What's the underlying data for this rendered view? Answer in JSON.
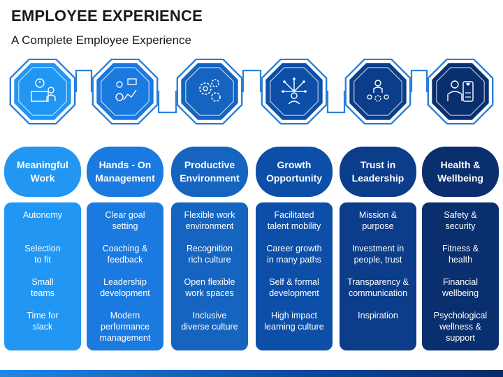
{
  "title": "EMPLOYEE EXPERIENCE",
  "subtitle": "A Complete Employee Experience",
  "colors": [
    "#2196f3",
    "#1a7ae0",
    "#1565c0",
    "#0d4fa8",
    "#0b3d8a",
    "#0a2f6e"
  ],
  "columns": [
    {
      "heading": "Meaningful\nWork",
      "icon": "desk-worker-icon",
      "items": [
        "Autonomy",
        "Selection\nto fit",
        "Small\nteams",
        "Time for\nslack"
      ]
    },
    {
      "heading": "Hands - On\nManagement",
      "icon": "management-chart-icon",
      "items": [
        "Clear goal\nsetting",
        "Coaching &\nfeedback",
        "Leadership\ndevelopment",
        "Modern\nperformance\nmanagement"
      ]
    },
    {
      "heading": "Productive\nEnvironment",
      "icon": "gears-icon",
      "items": [
        "Flexible work\nenvironment",
        "Recognition\nrich culture",
        "Open flexible\nwork spaces",
        "Inclusive\ndiverse culture"
      ]
    },
    {
      "heading": "Growth\nOpportunity",
      "icon": "growth-arrows-icon",
      "items": [
        "Facilitated\ntalent mobility",
        "Career growth\nin many paths",
        "Self & formal\ndevelopment",
        "High impact\nlearning culture"
      ]
    },
    {
      "heading": "Trust in\nLeadership",
      "icon": "team-leader-icon",
      "items": [
        "Mission &\npurpose",
        "Investment in\npeople, trust",
        "Transparency &\ncommunication",
        "Inspiration"
      ]
    },
    {
      "heading": "Health &\nWellbeing",
      "icon": "health-worker-icon",
      "items": [
        "Safety &\nsecurity",
        "Fitness &\nhealth",
        "Financial\nwellbeing",
        "Psychological\nwellness &\nsupport"
      ]
    }
  ]
}
